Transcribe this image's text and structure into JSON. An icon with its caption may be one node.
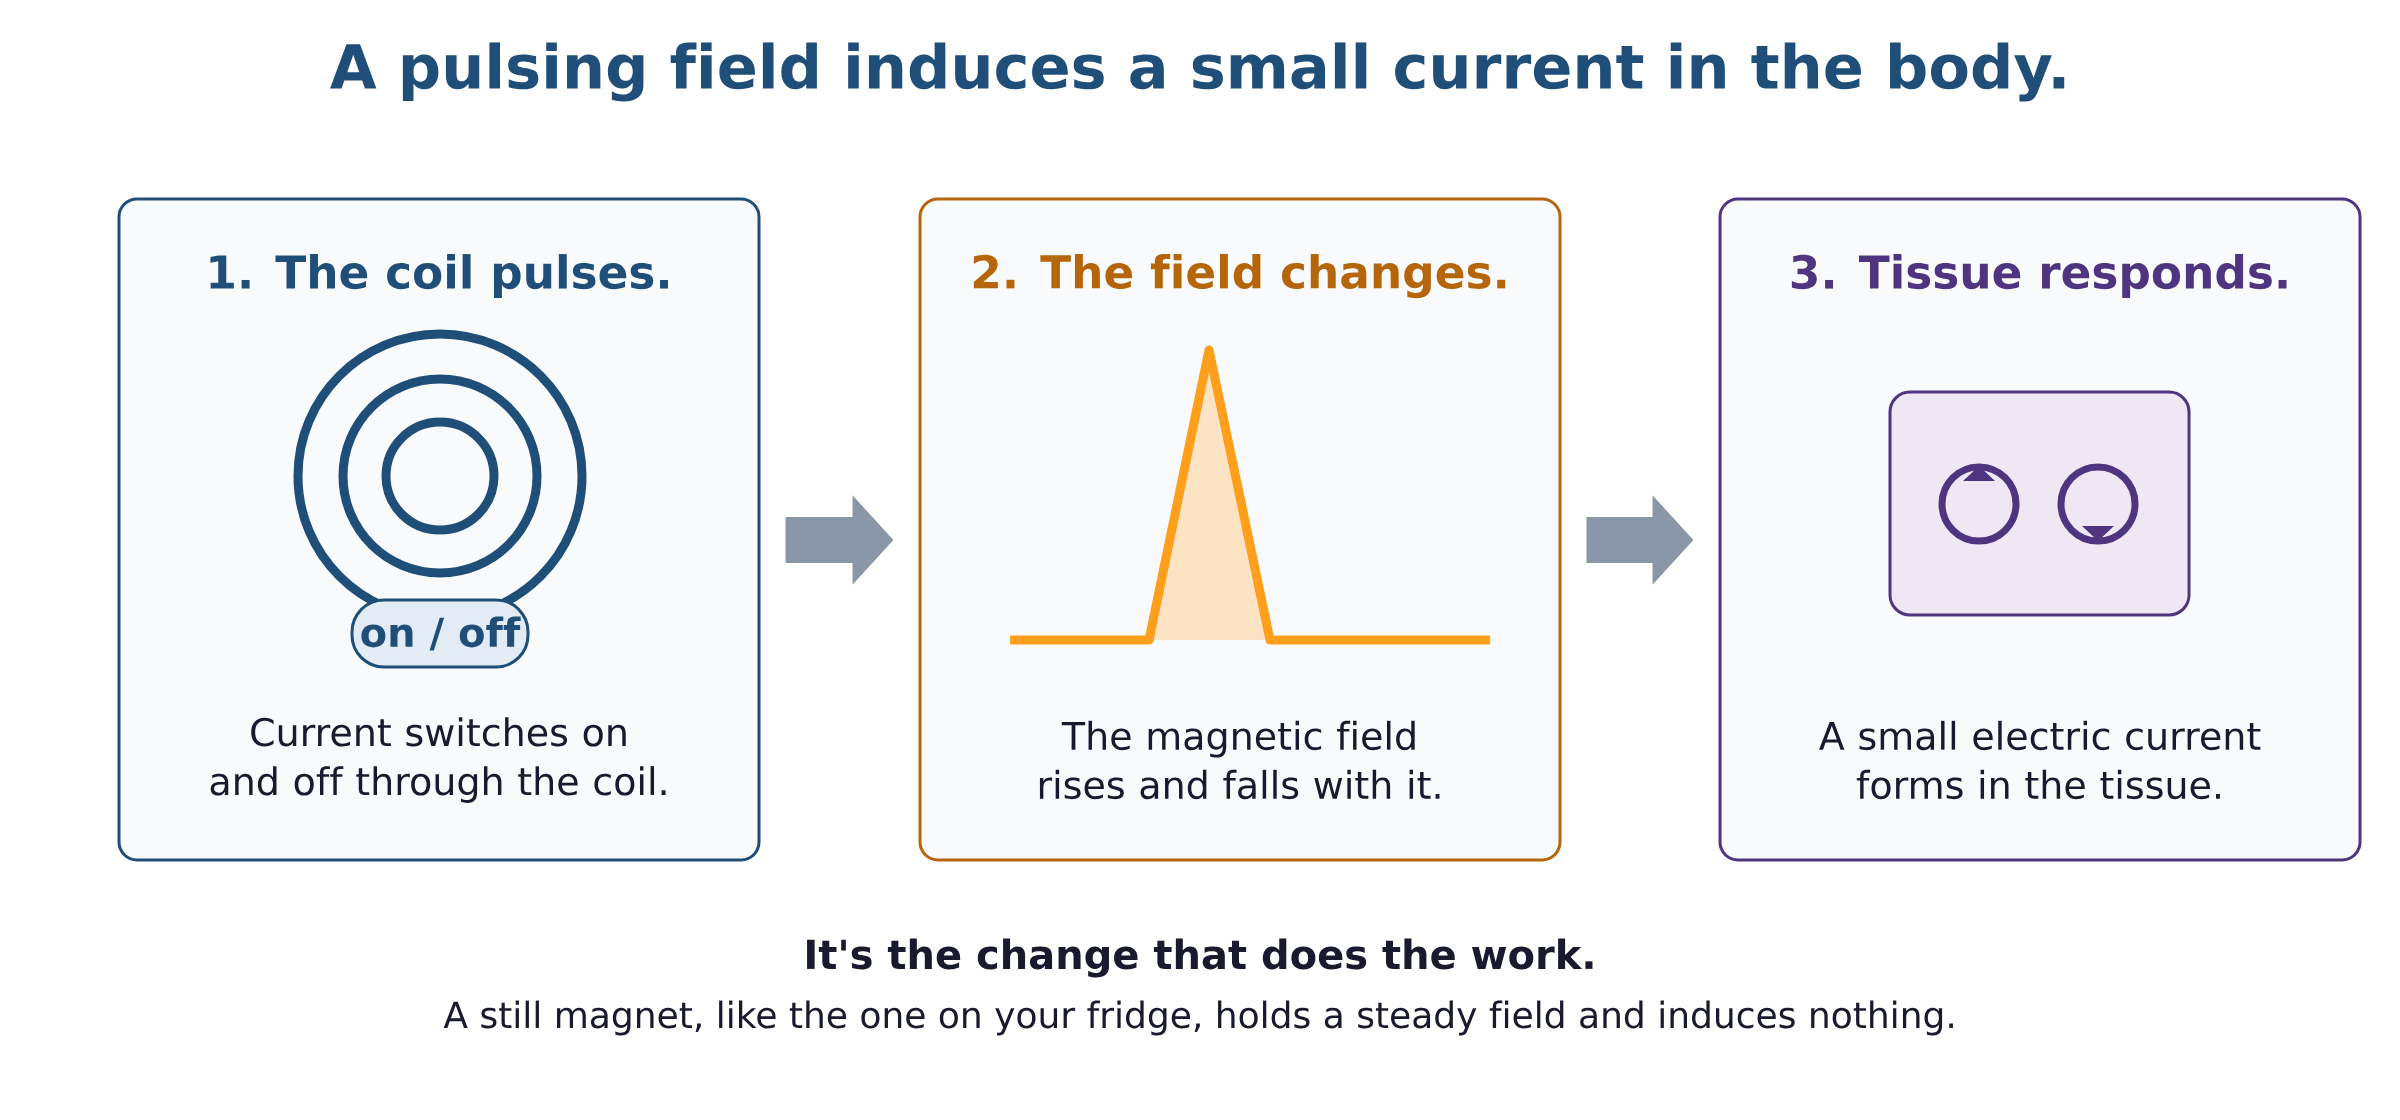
{
  "diagram": {
    "title": "A pulsing field induces a small current in the body.",
    "nodes": [
      {
        "text": [
          "1. The coil pulses.",
          "Current switches on and off through the coil."
        ]
      },
      {
        "text": [
          "on / off"
        ],
        "in": 0
      },
      {
        "text": [
          "2. The field changes.",
          "The magnetic field rises and falls with it."
        ]
      },
      {
        "text": [
          "3. Tissue responds.",
          "A small electric current forms in the tissue."
        ]
      },
      {
        "text": [],
        "shape": "box",
        "in": 3
      }
    ],
    "edges": [
      {
        "from": 0,
        "to": 2,
        "arrow": "to"
      },
      {
        "from": 2,
        "to": 3,
        "arrow": "to"
      }
    ],
    "labels": [
      "It's the change that does the work.",
      "A still magnet, like the one on your fridge, holds a steady field and induces nothing."
    ]
  }
}
